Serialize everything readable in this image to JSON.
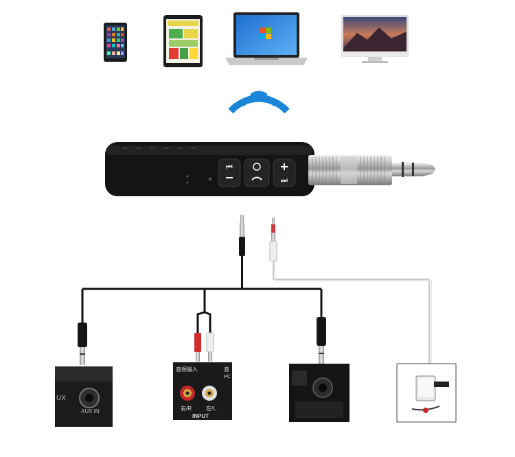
{
  "devices": [
    {
      "name": "smartphone"
    },
    {
      "name": "tablet"
    },
    {
      "name": "laptop"
    },
    {
      "name": "desktop-monitor"
    }
  ],
  "connections": [
    {
      "name": "car-aux",
      "labels": {
        "aux": "UX",
        "aux_in": "AUX IN"
      }
    },
    {
      "name": "rca-audio-input",
      "labels": {
        "cn_top_left": "音频输入",
        "cn_top_right": "音",
        "pc": "PC",
        "right": "右/R",
        "left": "左/L",
        "input": "INPUT"
      }
    },
    {
      "name": "speaker-aux"
    },
    {
      "name": "phone-charging"
    }
  ],
  "colors": {
    "wave": "#1a86d8",
    "receiver_body": "#141414",
    "cable": "#111111",
    "usb_cable": "#cccccc",
    "rca_red": "#d42b2b",
    "rca_white": "#eeeeee"
  }
}
